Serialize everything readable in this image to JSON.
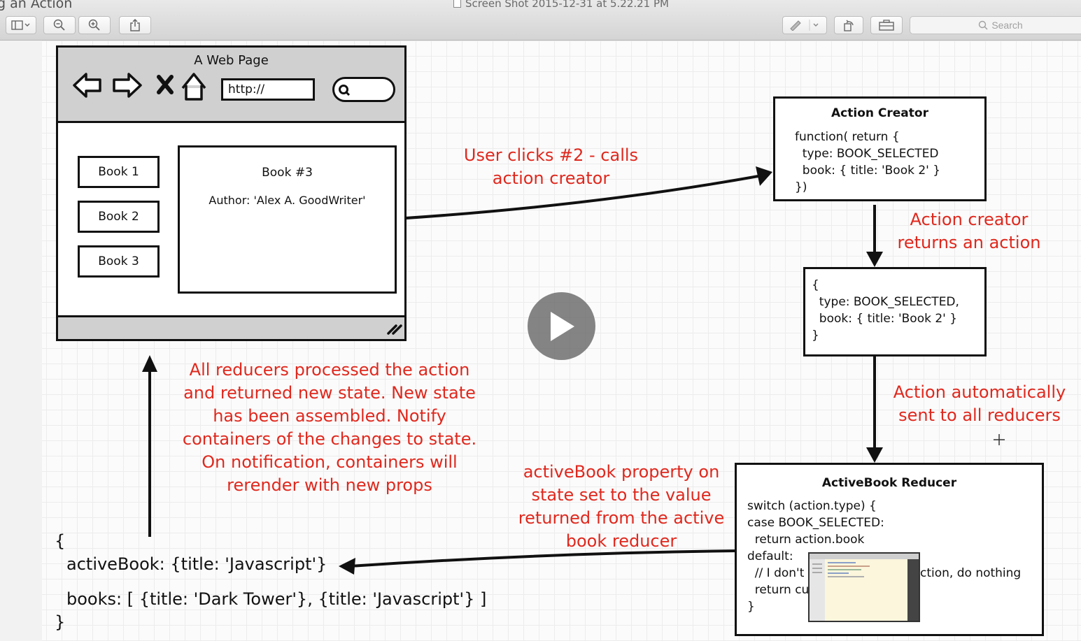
{
  "window": {
    "title_left": "g an Action",
    "document_title": "Screen Shot 2015-12-31 at 5.22.21 PM"
  },
  "toolbar": {
    "search_placeholder": "Search",
    "icons": [
      "sidebar-icon",
      "zoom-out-icon",
      "zoom-in-icon",
      "share-icon",
      "markup-icon",
      "rotate-icon",
      "toolbox-icon"
    ]
  },
  "diagram": {
    "browser": {
      "title": "A Web Page",
      "url": "http://",
      "books": [
        "Book 1",
        "Book 2",
        "Book 3"
      ],
      "detail_title": "Book #3",
      "detail_author": "Author: 'Alex A. GoodWriter'"
    },
    "action_creator": {
      "title": "Action Creator",
      "code": "function( return {\n  type: BOOK_SELECTED\n  book: { title: 'Book 2' }\n})"
    },
    "action_object": {
      "code": "{\n  type: BOOK_SELECTED,\n  book: { title: 'Book 2' }\n}"
    },
    "reducer": {
      "title": "ActiveBook Reducer",
      "code_lines": [
        "switch (action.type) {",
        "case BOOK_SELECTED:",
        "  return action.book",
        "default:",
        "  // I don't",
        "ction, do nothing",
        "  return cu",
        "}"
      ]
    },
    "state": {
      "open": "{",
      "active_book": "activeBook: {title: 'Javascript'}",
      "books": "books: [ {title: 'Dark Tower'}, {title: 'Javascript'} ]",
      "close": "}"
    },
    "annotations": {
      "user_clicks": [
        "User clicks #2 - calls",
        "action creator"
      ],
      "returns_action": [
        "Action creator",
        "returns an action"
      ],
      "sent_to_reducers": [
        "Action automatically",
        "sent to all reducers"
      ],
      "active_book_prop": [
        "activeBook property on",
        "state set to the value",
        "returned from the active",
        "book reducer"
      ],
      "reducers_processed": [
        "All reducers processed the action",
        "and returned new state.  New state",
        "has been assembled.  Notify",
        "containers of the changes to state.",
        "On notification, containers will",
        "rerender with new props"
      ]
    },
    "colors": {
      "annotation": "#e0281d",
      "ink": "#111111",
      "chrome": "#d0d0d0"
    }
  },
  "overlay": {
    "play_button": "play-icon"
  }
}
